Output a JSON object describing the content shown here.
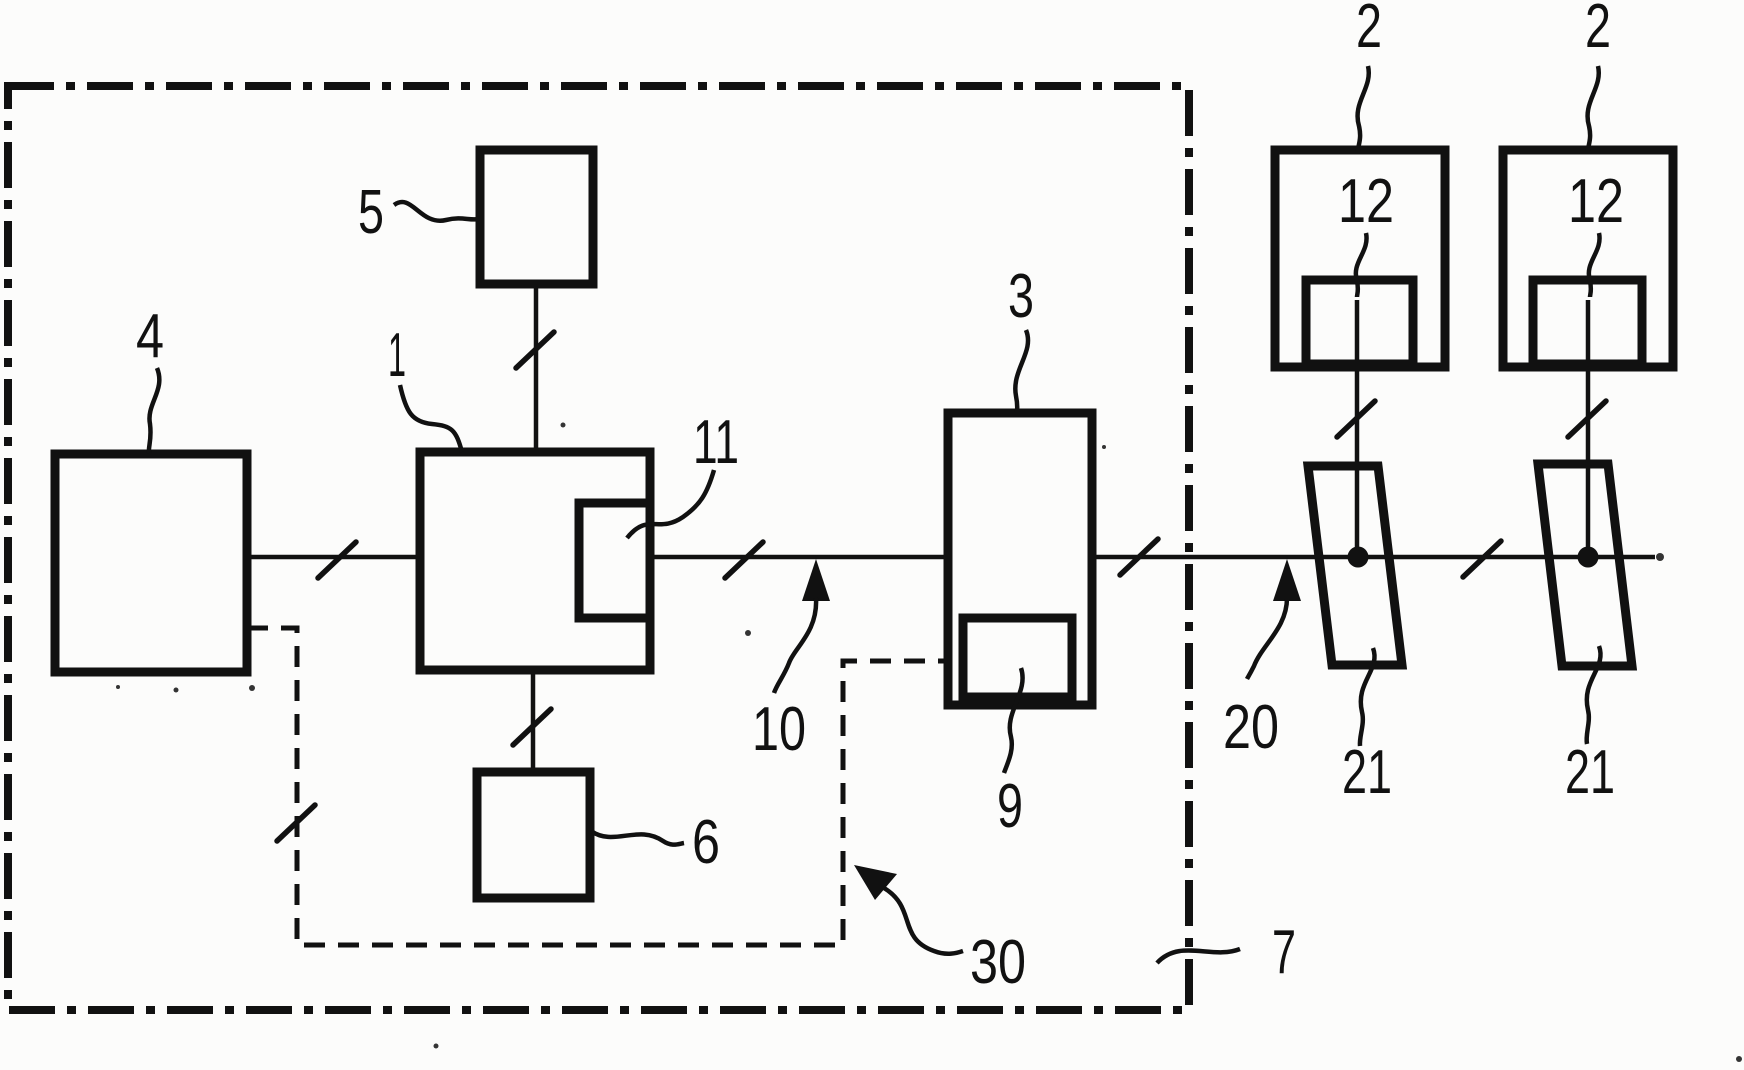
{
  "figure": {
    "kind": "patent-block-diagram",
    "ink_color": "#111111",
    "paper_color": "#fcfcfb"
  },
  "labels": {
    "block_1": "1",
    "unit_2_left": "2",
    "unit_2_right": "2",
    "block_3": "3",
    "block_4": "4",
    "block_5": "5",
    "block_6": "6",
    "boundary_7": "7",
    "block_9": "9",
    "line_10": "10",
    "block_11": "11",
    "block_12_left": "12",
    "block_12_right": "12",
    "line_20": "20",
    "wheel_21_left": "21",
    "wheel_21_right": "21",
    "path_30": "30"
  }
}
